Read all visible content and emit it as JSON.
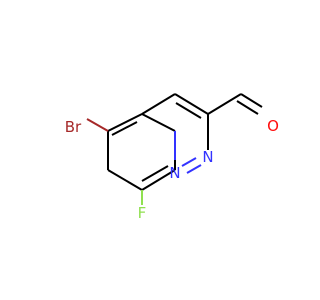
{
  "molecule": {
    "atoms": {
      "br": {
        "label": "Br",
        "color": "#a62929"
      },
      "f": {
        "label": "F",
        "color": "#90e050"
      },
      "n1": {
        "label": "N",
        "color": "#3333ff"
      },
      "n2": {
        "label": "N",
        "color": "#3333ff"
      },
      "o": {
        "label": "O",
        "color": "#ff0d0d"
      }
    }
  }
}
